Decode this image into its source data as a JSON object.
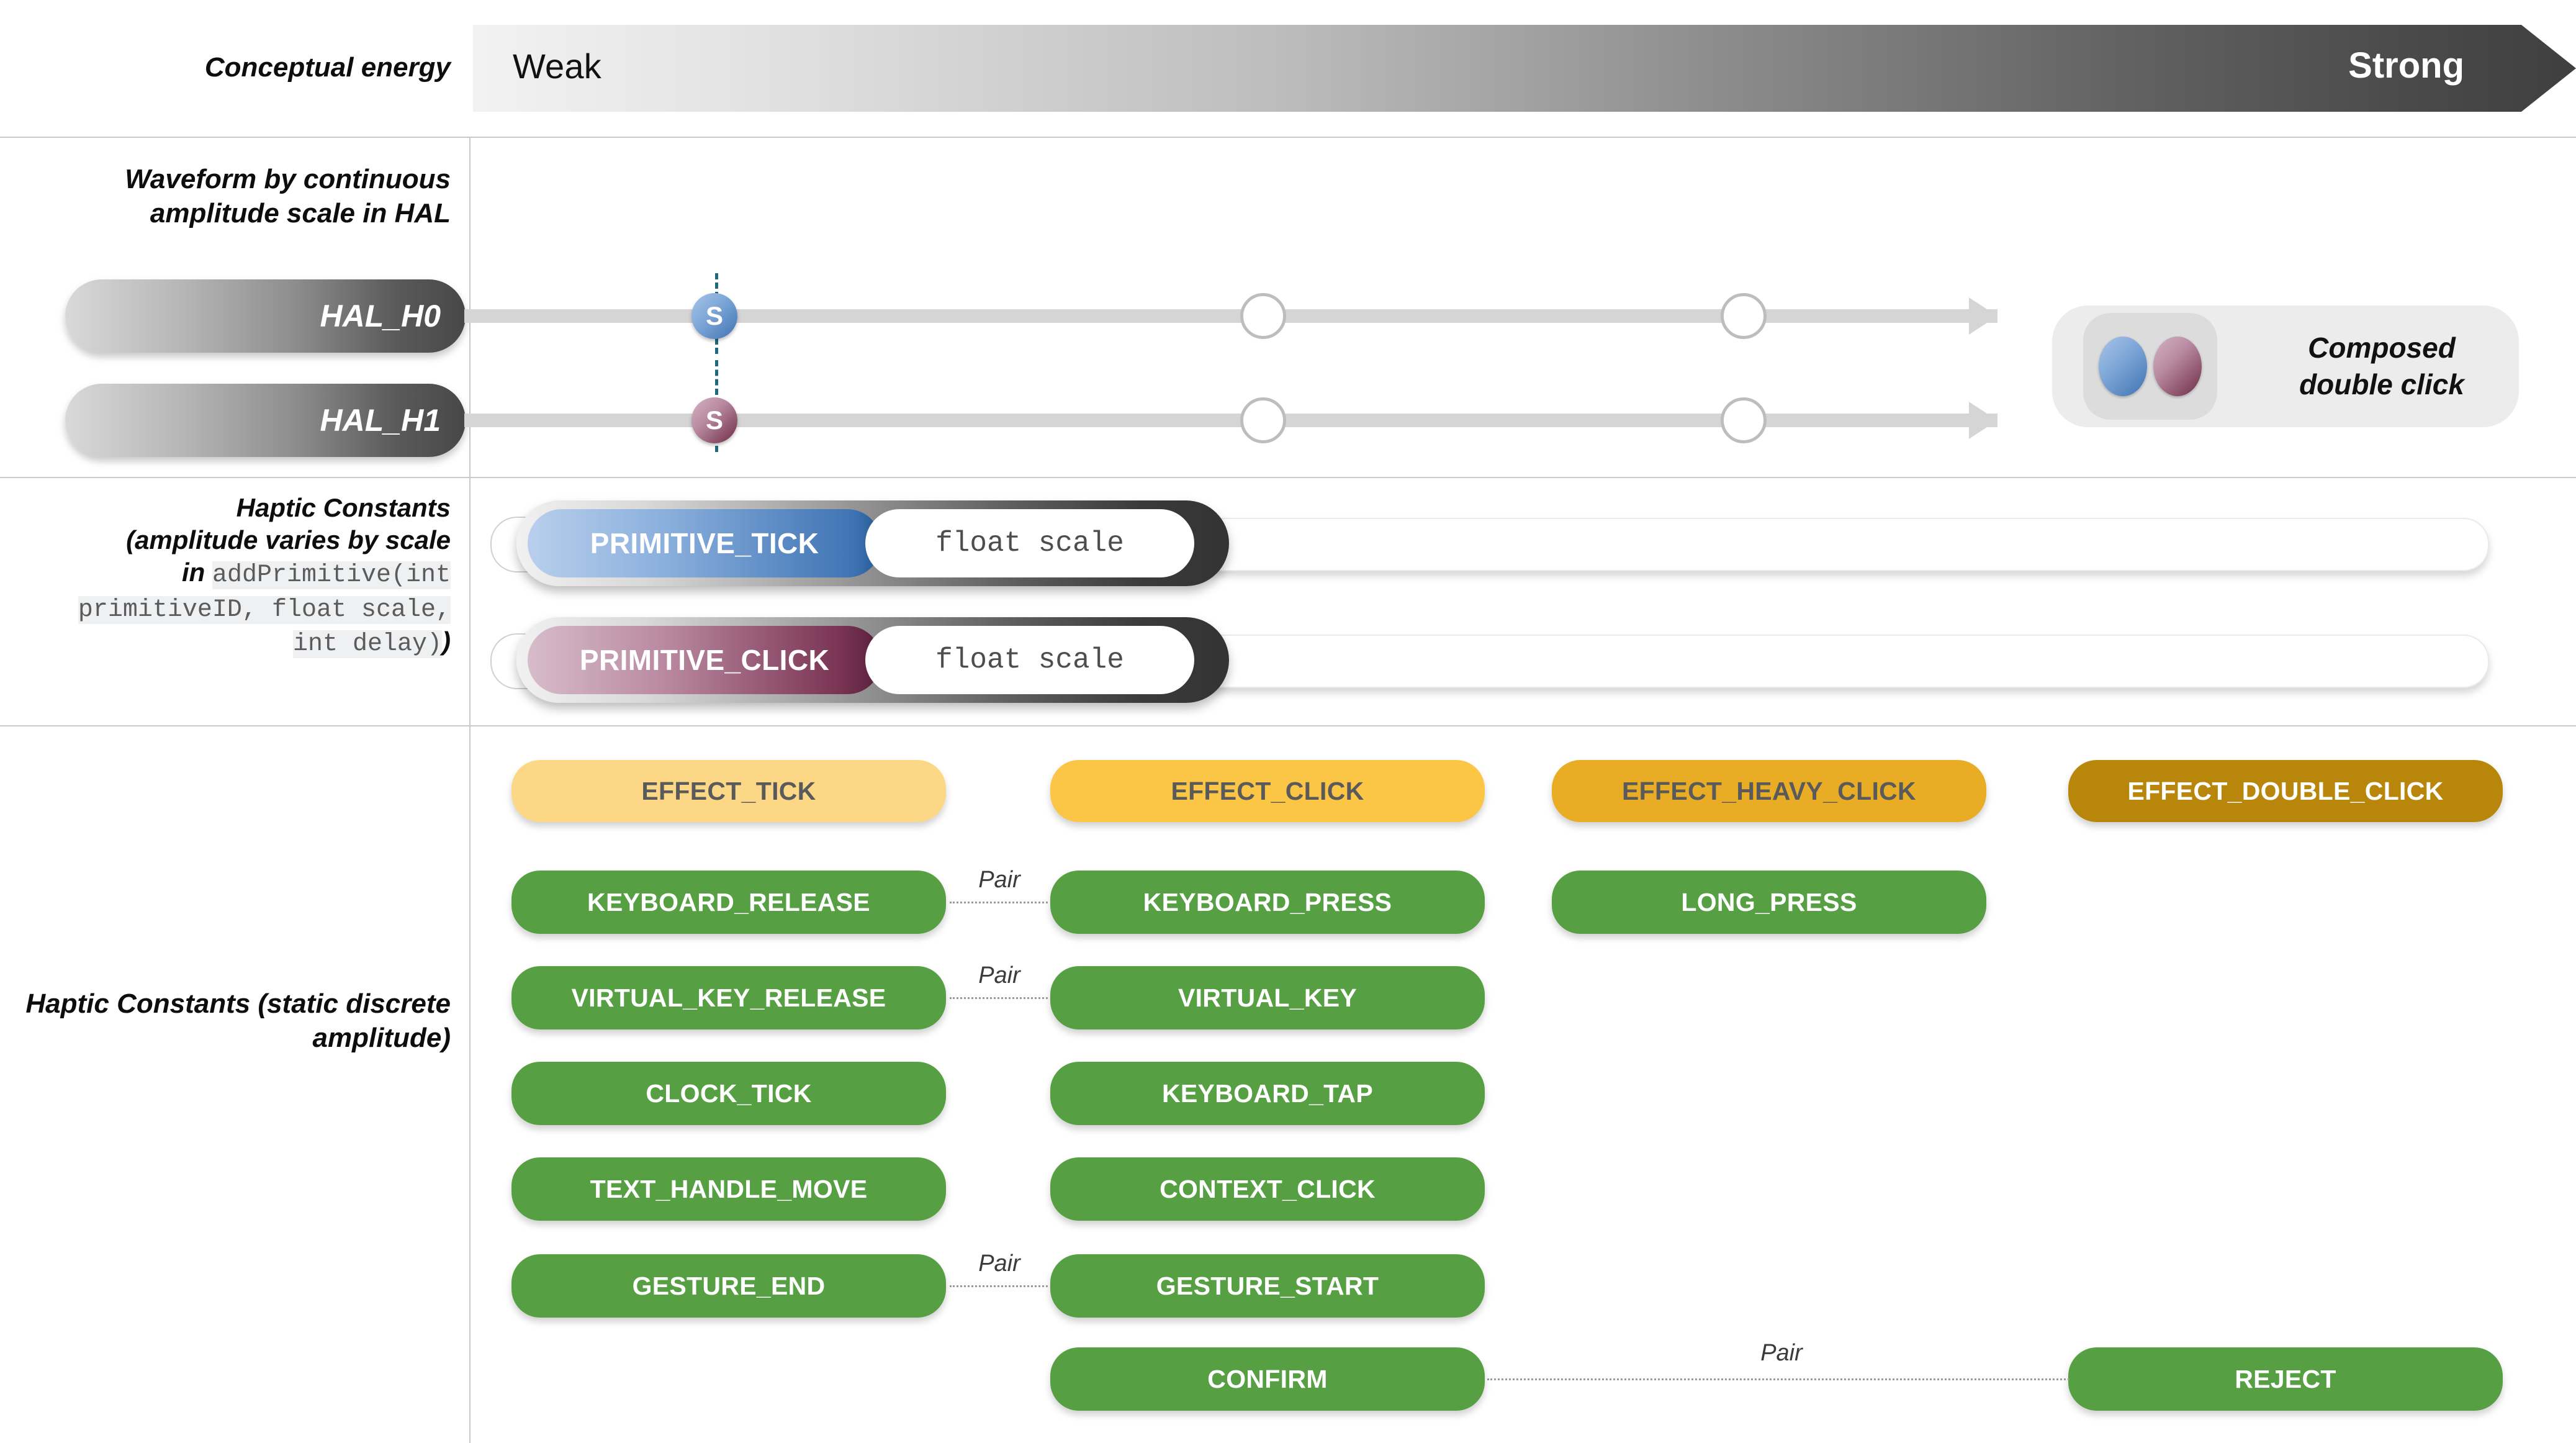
{
  "rows": {
    "conceptual_energy_label": "Conceptual energy",
    "waveform_label": "Waveform by continuous amplitude scale in HAL",
    "haptic_scale_label_line1": "Haptic Constants",
    "haptic_scale_label_line2": "(amplitude varies by scale",
    "haptic_scale_label_in": "in ",
    "haptic_scale_code": "addPrimitive(int primitiveID, float scale, int delay)",
    "haptic_scale_label_close": ")",
    "haptic_static_label": "Haptic Constants (static discrete amplitude)"
  },
  "energy": {
    "weak": "Weak",
    "strong": "Strong"
  },
  "hal": {
    "rows": [
      {
        "name": "HAL_H0",
        "marker": "S",
        "marker_color": "#3f73b2"
      },
      {
        "name": "HAL_H1",
        "marker": "S",
        "marker_color": "#6e2b45"
      }
    ],
    "composed": {
      "line1": "Composed",
      "line2": "double click",
      "dot1_color": "#3f73b2",
      "dot2_color": "#6e2b45"
    }
  },
  "primitives": [
    {
      "name": "PRIMITIVE_TICK",
      "arg": "float scale"
    },
    {
      "name": "PRIMITIVE_CLICK",
      "arg": "float scale"
    }
  ],
  "effects": [
    {
      "label": "EFFECT_TICK",
      "color": "#fcd886",
      "text_color": "#5a5a5a"
    },
    {
      "label": "EFFECT_CLICK",
      "color": "#fbc545",
      "text_color": "#5a5a5a"
    },
    {
      "label": "EFFECT_HEAVY_CLICK",
      "color": "#e8ad25",
      "text_color": "#5a5a5a"
    },
    {
      "label": "EFFECT_DOUBLE_CLICK",
      "color": "#b8860b",
      "text_color": "#ffffff"
    }
  ],
  "constants": {
    "color": "#56a043",
    "column1": [
      "KEYBOARD_RELEASE",
      "VIRTUAL_KEY_RELEASE",
      "CLOCK_TICK",
      "TEXT_HANDLE_MOVE",
      "GESTURE_END"
    ],
    "column2": [
      "KEYBOARD_PRESS",
      "VIRTUAL_KEY",
      "KEYBOARD_TAP",
      "CONTEXT_CLICK",
      "GESTURE_START",
      "CONFIRM"
    ],
    "column3": [
      "LONG_PRESS"
    ],
    "column4": [
      "REJECT"
    ]
  },
  "pairs": [
    {
      "label": "Pair",
      "from": "KEYBOARD_RELEASE",
      "to": "KEYBOARD_PRESS"
    },
    {
      "label": "Pair",
      "from": "VIRTUAL_KEY_RELEASE",
      "to": "VIRTUAL_KEY"
    },
    {
      "label": "Pair",
      "from": "GESTURE_END",
      "to": "GESTURE_START"
    },
    {
      "label": "Pair",
      "from": "CONFIRM",
      "to": "REJECT"
    }
  ]
}
